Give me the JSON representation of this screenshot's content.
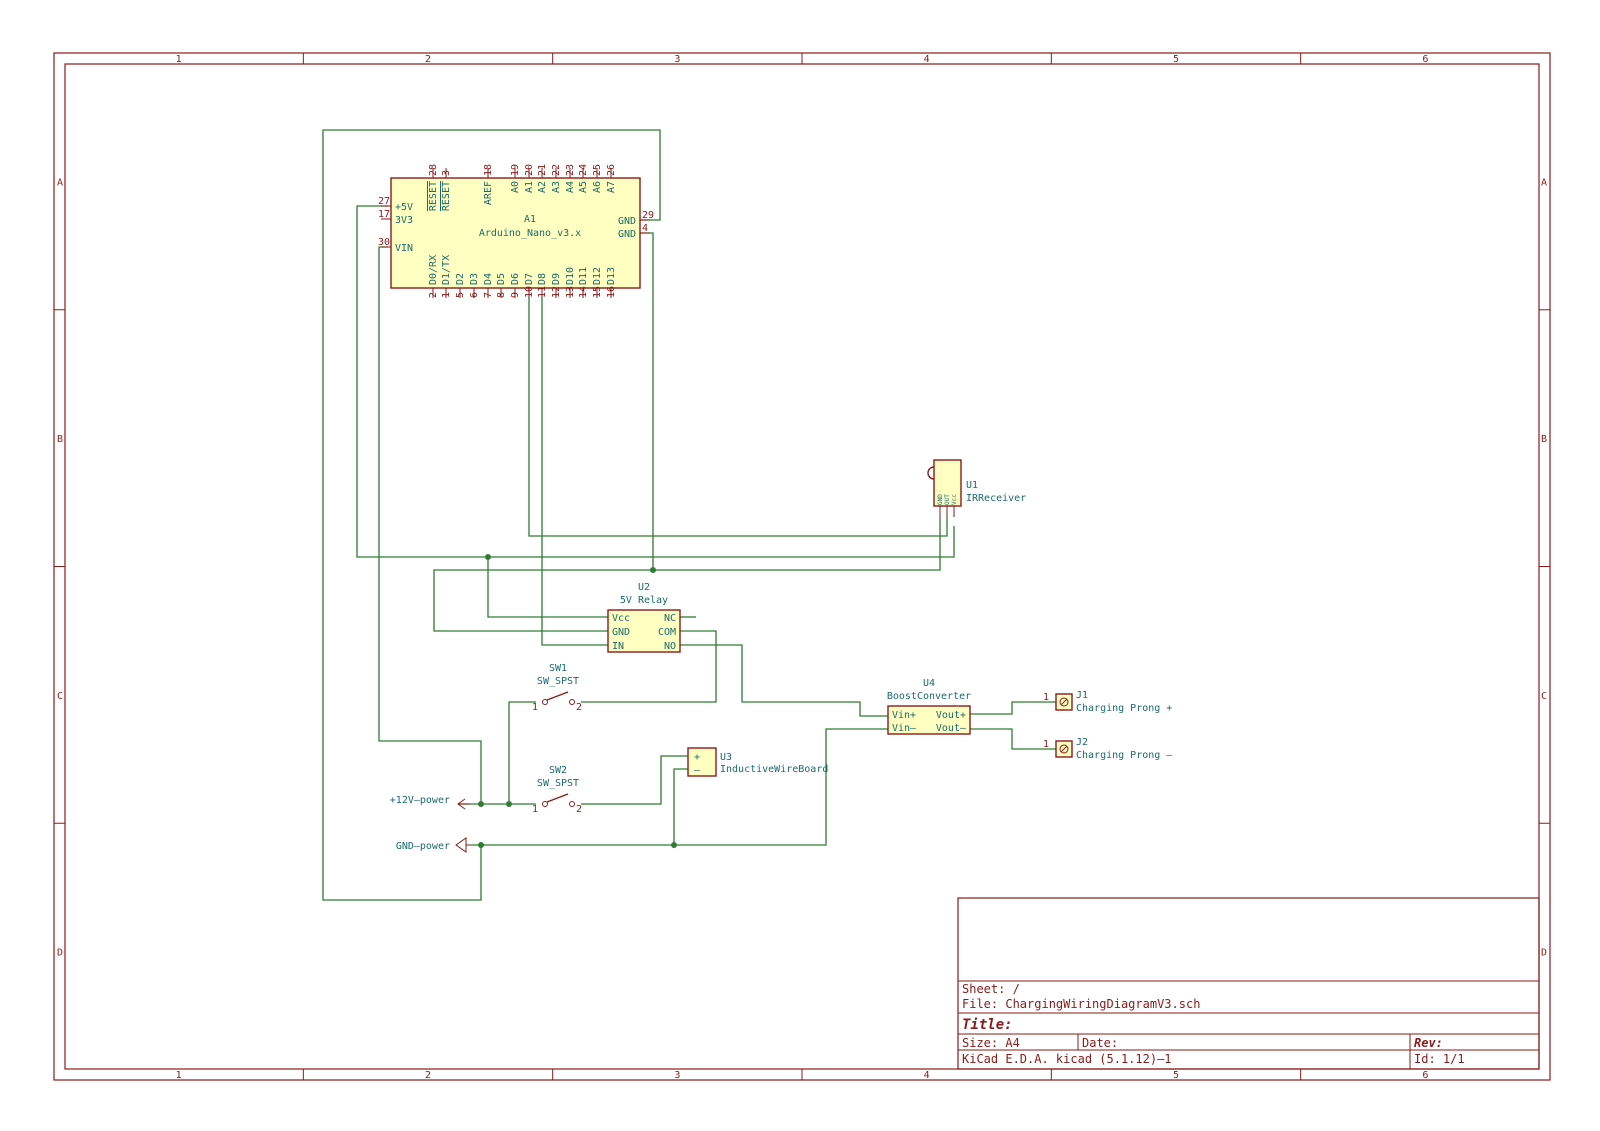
{
  "frame": {
    "columns": [
      "1",
      "2",
      "3",
      "4",
      "5",
      "6"
    ],
    "rows": [
      "A",
      "B",
      "C",
      "D"
    ]
  },
  "components": {
    "a1": {
      "ref": "A1",
      "value": "Arduino_Nano_v3.x",
      "top_pins": [
        {
          "num": "28",
          "label": "RESET"
        },
        {
          "num": "3",
          "label": "RESET"
        },
        {
          "num": "18",
          "label": "AREF"
        },
        {
          "num": "19",
          "label": "A0"
        },
        {
          "num": "20",
          "label": "A1"
        },
        {
          "num": "21",
          "label": "A2"
        },
        {
          "num": "22",
          "label": "A3"
        },
        {
          "num": "23",
          "label": "A4"
        },
        {
          "num": "24",
          "label": "A5"
        },
        {
          "num": "25",
          "label": "A6"
        },
        {
          "num": "26",
          "label": "A7"
        }
      ],
      "bottom_pins": [
        {
          "num": "2",
          "label": "D0/RX"
        },
        {
          "num": "1",
          "label": "D1/TX"
        },
        {
          "num": "5",
          "label": "D2"
        },
        {
          "num": "6",
          "label": "D3"
        },
        {
          "num": "7",
          "label": "D4"
        },
        {
          "num": "8",
          "label": "D5"
        },
        {
          "num": "9",
          "label": "D6"
        },
        {
          "num": "10",
          "label": "D7"
        },
        {
          "num": "11",
          "label": "D8"
        },
        {
          "num": "12",
          "label": "D9"
        },
        {
          "num": "13",
          "label": "D10"
        },
        {
          "num": "14",
          "label": "D11"
        },
        {
          "num": "15",
          "label": "D12"
        },
        {
          "num": "16",
          "label": "D13"
        }
      ],
      "left_pins": [
        {
          "num": "27",
          "label": "+5V"
        },
        {
          "num": "17",
          "label": "3V3"
        },
        {
          "num": "30",
          "label": "VIN"
        }
      ],
      "right_pins": [
        {
          "num": "29",
          "label": "GND"
        },
        {
          "num": "4",
          "label": "GND"
        }
      ]
    },
    "u1": {
      "ref": "U1",
      "value": "IRReceiver",
      "pins": [
        "GND",
        "OUT",
        "Vcc"
      ]
    },
    "u2": {
      "ref": "U2",
      "value": "5V Relay",
      "left": [
        "Vcc",
        "GND",
        "IN"
      ],
      "right": [
        "NC",
        "COM",
        "NO"
      ]
    },
    "u3": {
      "ref": "U3",
      "value": "InductiveWireBoard",
      "plus": "+",
      "minus": "–"
    },
    "u4": {
      "ref": "U4",
      "value": "BoostConverter",
      "left": [
        "Vin+",
        "Vin–"
      ],
      "right": [
        "Vout+",
        "Vout–"
      ]
    },
    "sw1": {
      "ref": "SW1",
      "value": "SW_SPST",
      "pin1": "1",
      "pin2": "2"
    },
    "sw2": {
      "ref": "SW2",
      "value": "SW_SPST",
      "pin1": "1",
      "pin2": "2"
    },
    "j1": {
      "ref": "J1",
      "value": "Charging Prong +",
      "pin": "1"
    },
    "j2": {
      "ref": "J2",
      "value": "Charging Prong –",
      "pin": "1"
    }
  },
  "nets": {
    "v12": "+12V–power",
    "gnd": "GND–power"
  },
  "title_block": {
    "sheet": "Sheet: /",
    "file": "File: ChargingWiringDiagramV3.sch",
    "title": "Title:",
    "size": "Size: A4",
    "date": "Date:",
    "rev": "Rev:",
    "tool": "KiCad E.D.A.  kicad (5.1.12)–1",
    "id": "Id: 1/1"
  }
}
